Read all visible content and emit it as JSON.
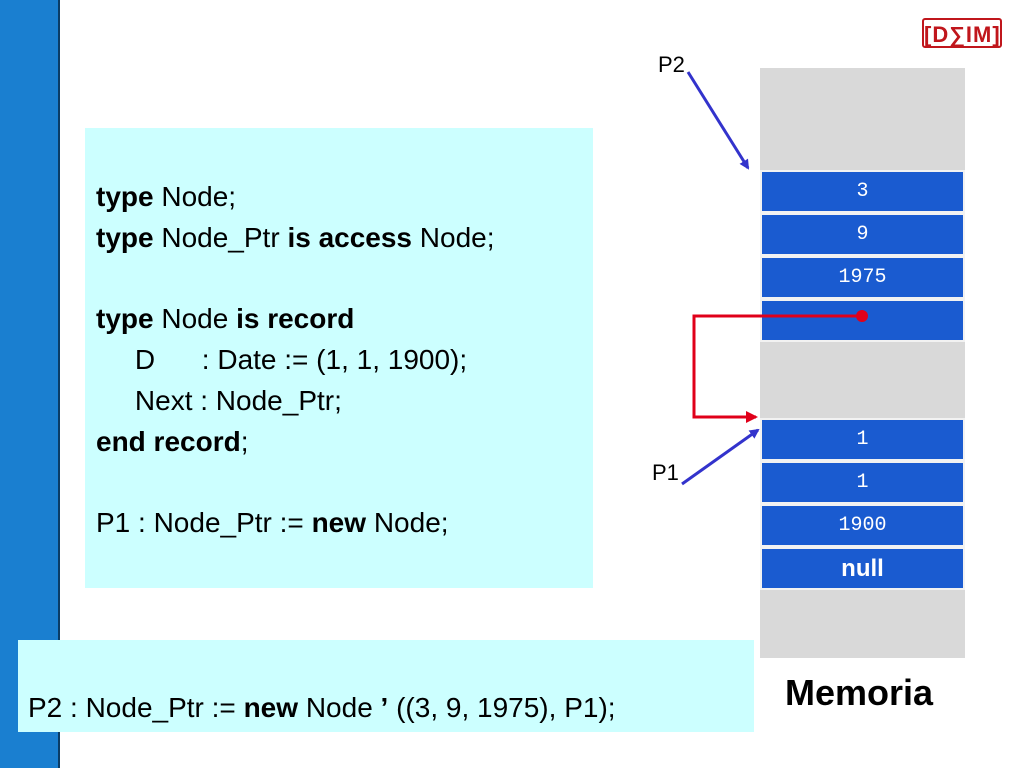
{
  "logo": {
    "text": "[D∑IM]"
  },
  "code": {
    "lines": [
      [
        {
          "t": "type",
          "b": true
        },
        {
          "t": " Node;",
          "b": false
        }
      ],
      [
        {
          "t": "type",
          "b": true
        },
        {
          "t": " Node_Ptr ",
          "b": false
        },
        {
          "t": "is access",
          "b": true
        },
        {
          "t": " Node;",
          "b": false
        }
      ],
      [],
      [
        {
          "t": "type",
          "b": true
        },
        {
          "t": " Node ",
          "b": false
        },
        {
          "t": "is record",
          "b": true
        }
      ],
      [
        {
          "t": "     D      : Date := (1, 1, 1900);",
          "b": false
        }
      ],
      [
        {
          "t": "     Next : Node_Ptr;",
          "b": false
        }
      ],
      [
        {
          "t": "end record",
          "b": true
        },
        {
          "t": ";",
          "b": false
        }
      ],
      [],
      [
        {
          "t": "P1 : Node_Ptr := ",
          "b": false
        },
        {
          "t": "new",
          "b": true
        },
        {
          "t": " Node;",
          "b": false
        }
      ]
    ]
  },
  "p2_statement": [
    {
      "t": "P2 : Node_Ptr := ",
      "b": false
    },
    {
      "t": "new",
      "b": true
    },
    {
      "t": " Node ",
      "b": false
    },
    {
      "t": "’",
      "b": true
    },
    {
      "t": " ((3, 9, 1975), P1);",
      "b": false
    }
  ],
  "memory": {
    "title": "Memoria",
    "node_p2": [
      "3",
      "9",
      "1975",
      ""
    ],
    "node_p1": [
      "1",
      "1",
      "1900",
      "null"
    ]
  },
  "pointers": {
    "p2_label": "P2",
    "p1_label": "P1"
  },
  "colors": {
    "slot_blue": "#1a5bd0",
    "slot_gray": "#d9d9d9",
    "code_bg": "#ccffff",
    "pointer_arrow": "#3333cc",
    "link_arrow": "#e0001a",
    "sidebar": "#1a7fd0"
  }
}
